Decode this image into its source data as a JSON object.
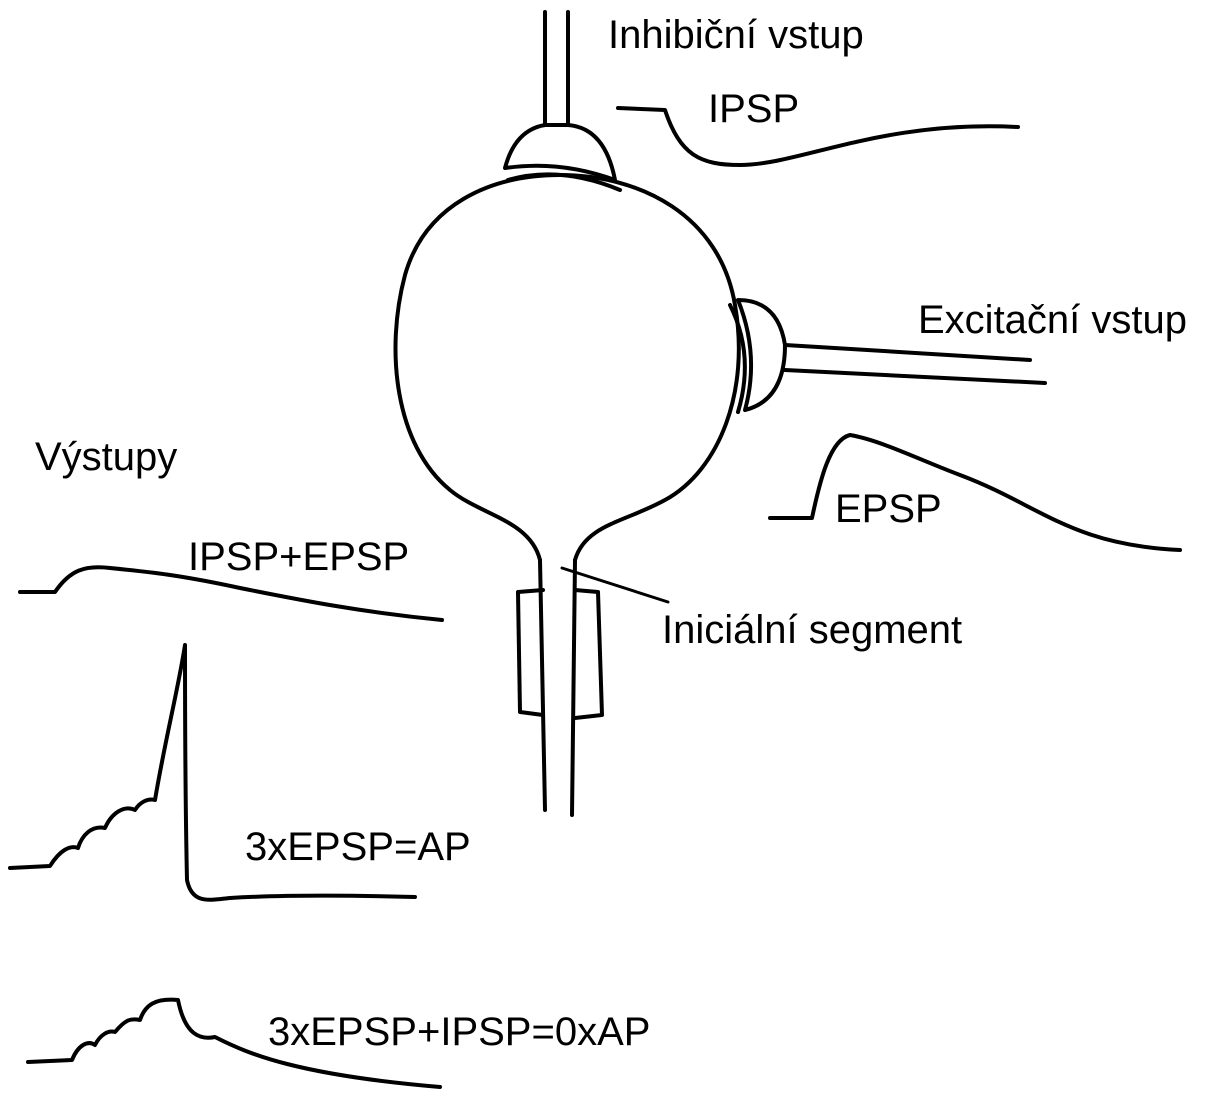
{
  "labels": {
    "inhibitory_input": "Inhibiční vstup",
    "ipsp": "IPSP",
    "excitatory_input": "Excitační vstup",
    "epsp": "EPSP",
    "outputs": "Výstupy",
    "ipsp_plus_epsp": "IPSP+EPSP",
    "initial_segment": "Iniciální segment",
    "three_epsp_ap": "3xEPSP=AP",
    "three_epsp_ipsp_no_ap": "3xEPSP+IPSP=0xAP"
  },
  "colors": {
    "stroke": "#000000",
    "background": "#ffffff"
  }
}
